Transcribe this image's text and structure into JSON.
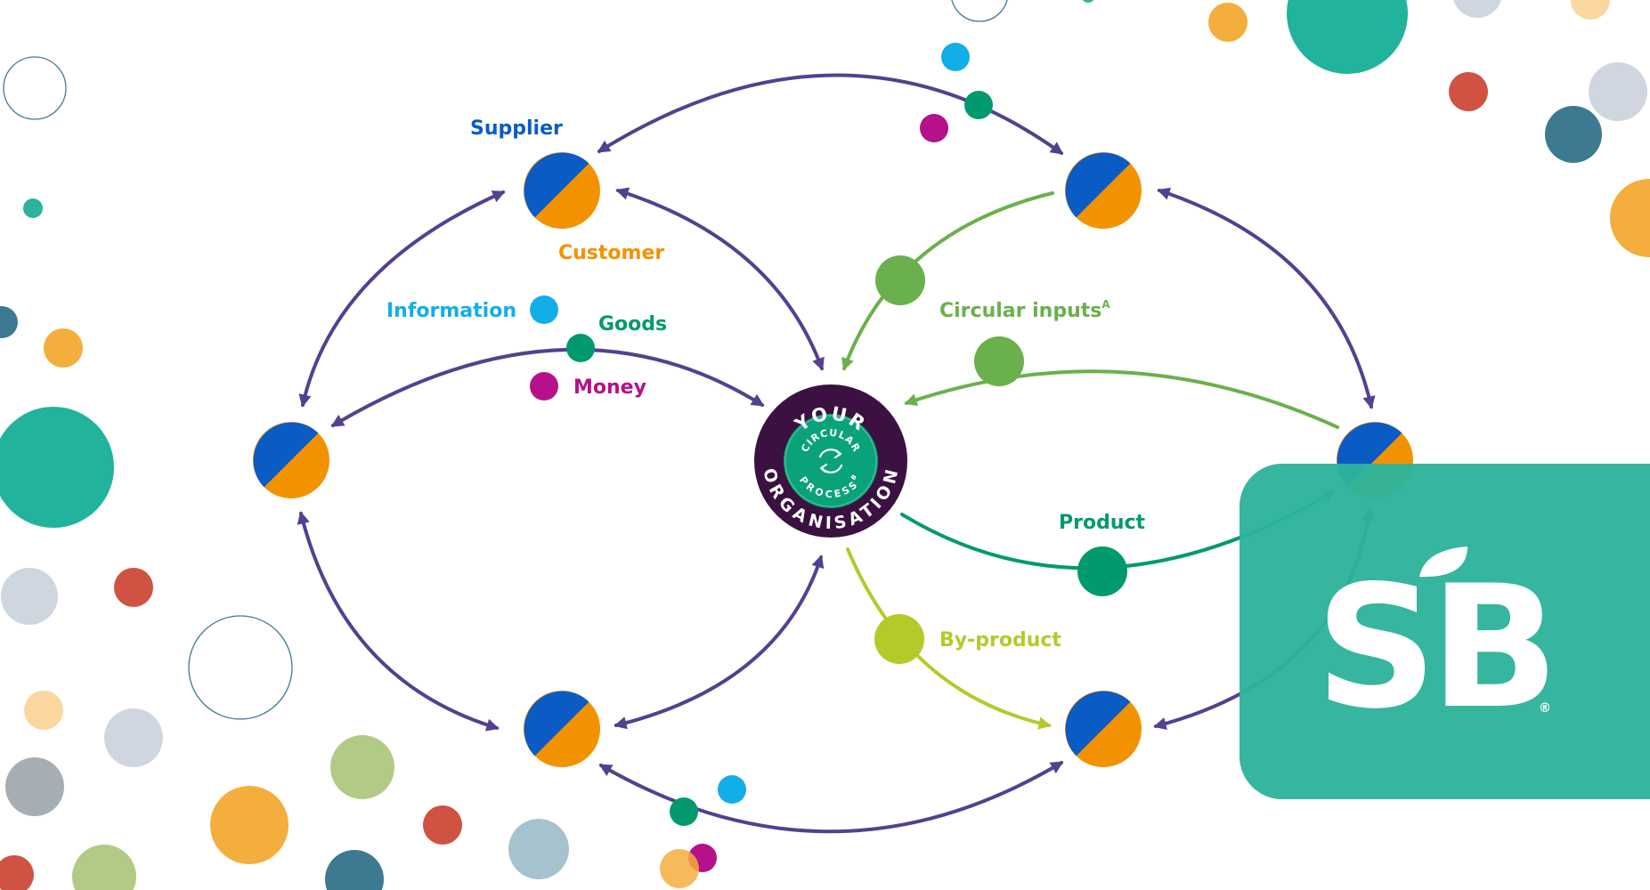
{
  "labels": {
    "supplier": "Supplier",
    "customer": "Customer",
    "information": "Information",
    "goods": "Goods",
    "money": "Money",
    "circular_inputs": "Circular inputs",
    "circular_inputs_sup": "A",
    "product": "Product",
    "by_product": "By-product"
  },
  "center": {
    "line1": "YOUR",
    "line2": "ORGANISATION",
    "inner1": "CIRCULAR",
    "inner2": "PROCESS",
    "inner_sup": "B"
  },
  "logo": {
    "text": "SB",
    "registered": "®"
  },
  "colors": {
    "supplier_blue": "#0a5cc4",
    "customer_orange": "#f39200",
    "information_cyan": "#12aee8",
    "goods_green": "#009a6e",
    "money_magenta": "#b4118a",
    "circular_green": "#6ab04c",
    "product_green": "#009a6e",
    "by_product_lime": "#b4ca2a",
    "flow_purple": "#54408f",
    "center_dark": "#3a1140",
    "logo_teal": "#2eb39b"
  }
}
